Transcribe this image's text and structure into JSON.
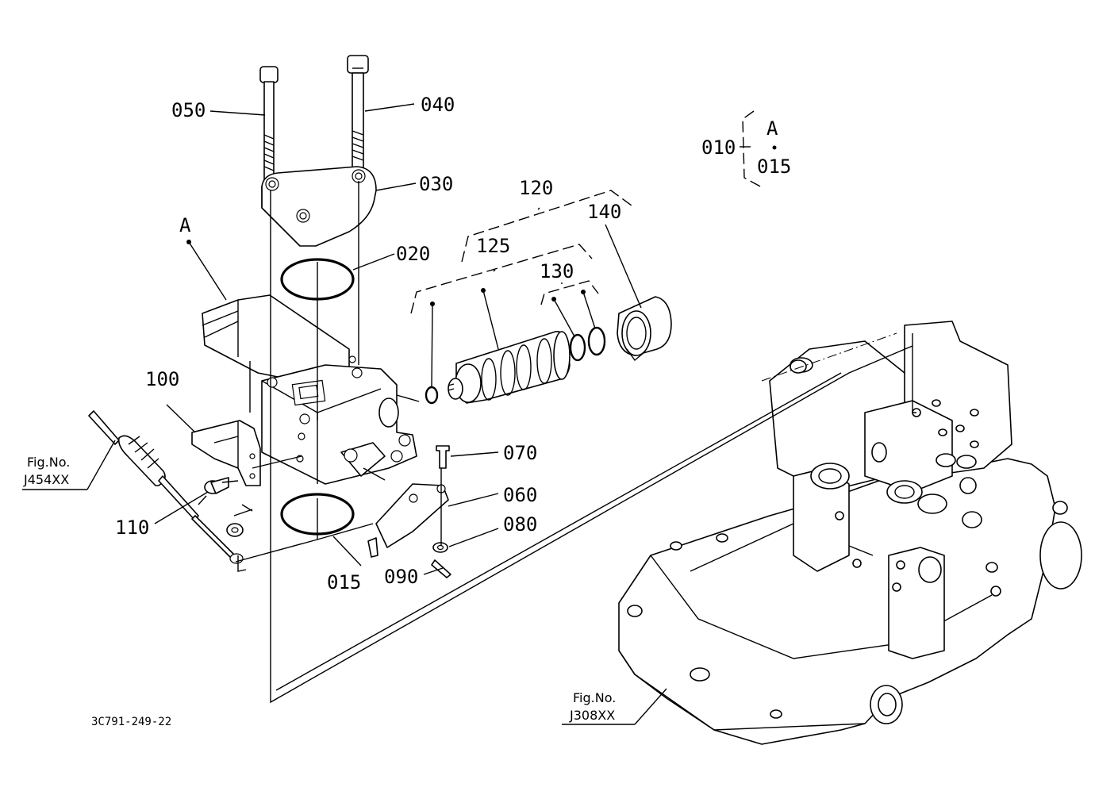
{
  "labels": {
    "p010": "010",
    "p015_top": "015",
    "p015": "015",
    "p020": "020",
    "p030": "030",
    "p040": "040",
    "p050": "050",
    "p060": "060",
    "p070": "070",
    "p080": "080",
    "p090": "090",
    "p100": "100",
    "p110": "110",
    "p120": "120",
    "p125": "125",
    "p130": "130",
    "p140": "140",
    "ref_a_top": "A",
    "ref_a_body": "A"
  },
  "refs": {
    "fig_left_title": "Fig.No.",
    "fig_left_code": "J454XX",
    "fig_right_title": "Fig.No.",
    "fig_right_code": "J308XX"
  },
  "drawing_code": "3C791-249-22"
}
